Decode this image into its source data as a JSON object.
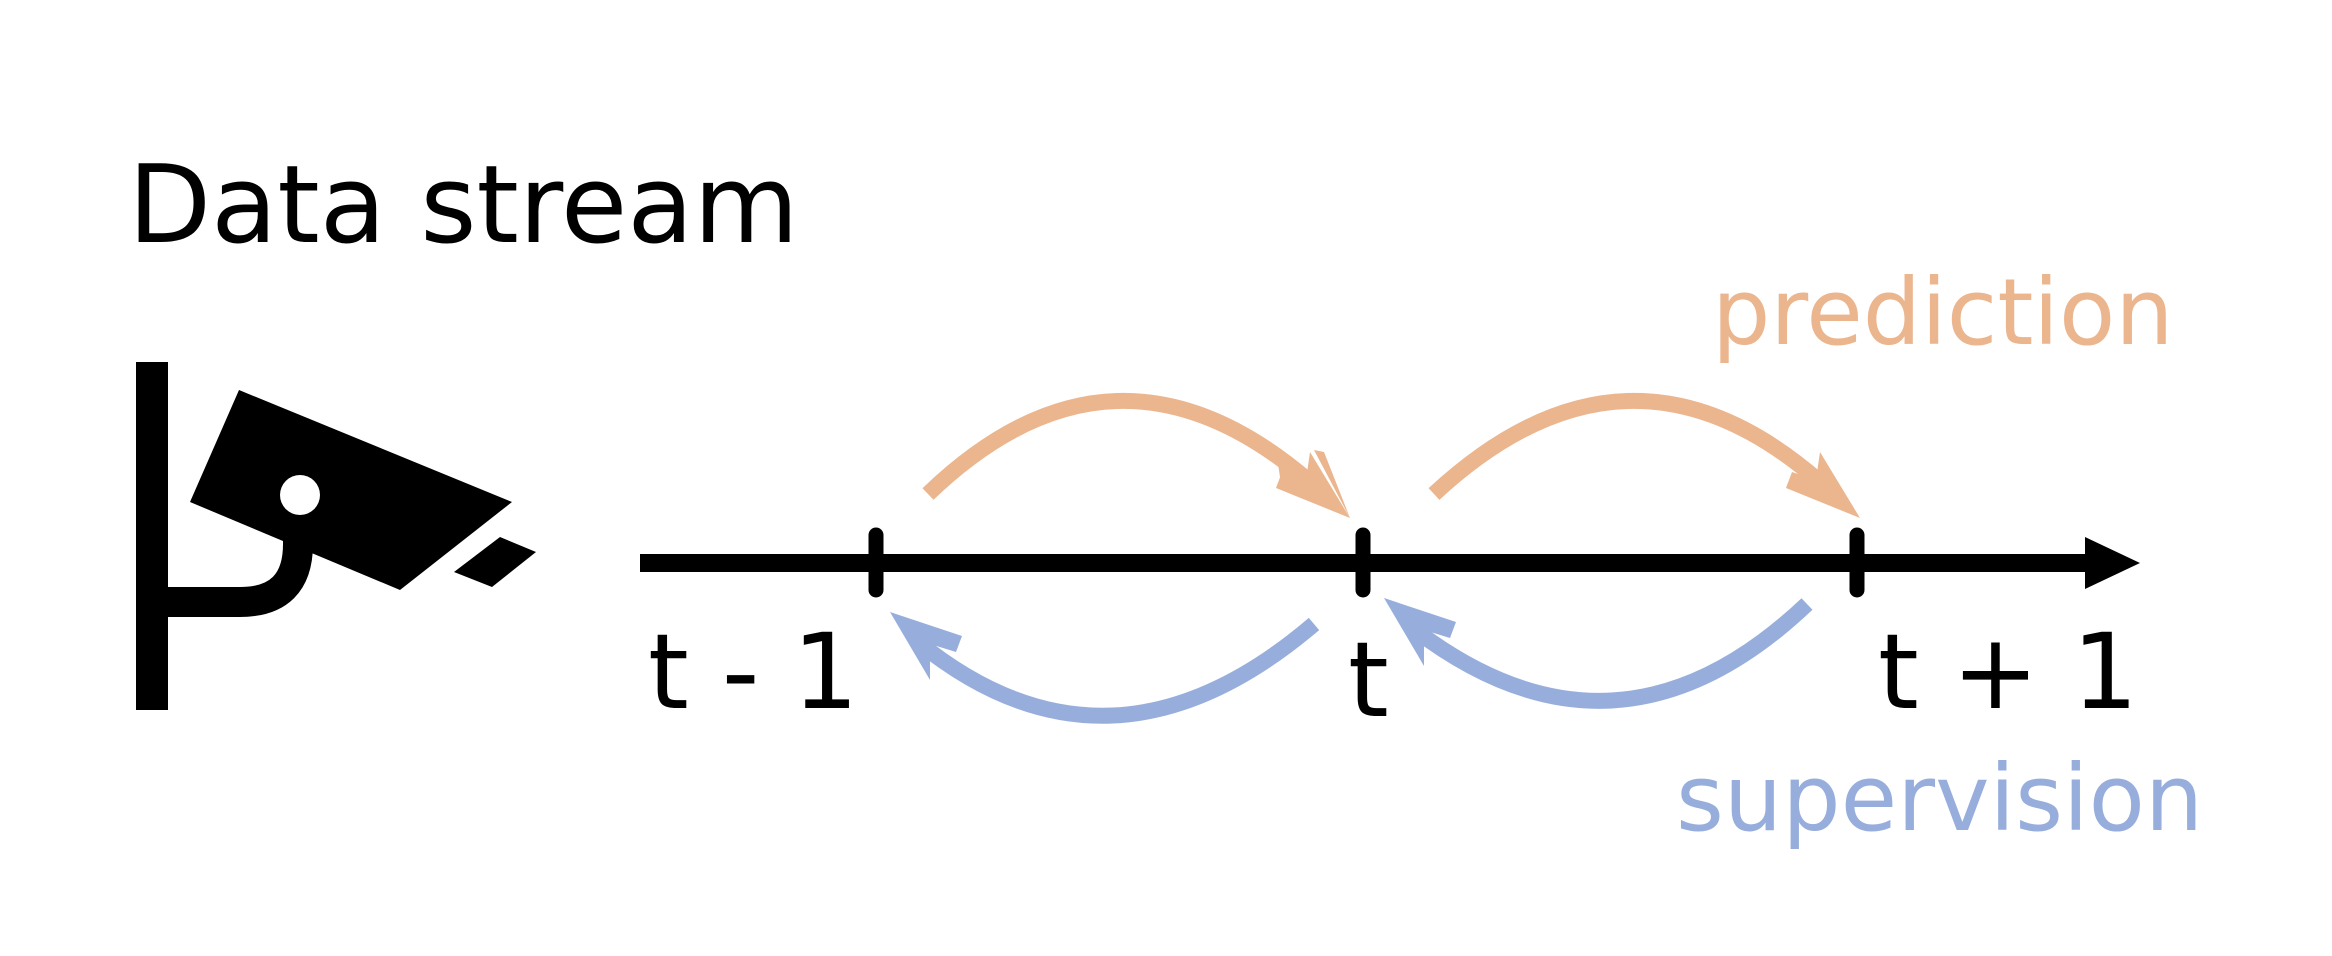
{
  "title": "Data stream",
  "timeline": {
    "ticks": [
      "t - 1",
      "t",
      "t + 1"
    ]
  },
  "labels": {
    "prediction": "prediction",
    "supervision": "supervision"
  },
  "colors": {
    "prediction": "#EBB58E",
    "supervision": "#97AEDC",
    "ink": "#000000"
  },
  "icons": {
    "source": "surveillance-camera-icon"
  }
}
